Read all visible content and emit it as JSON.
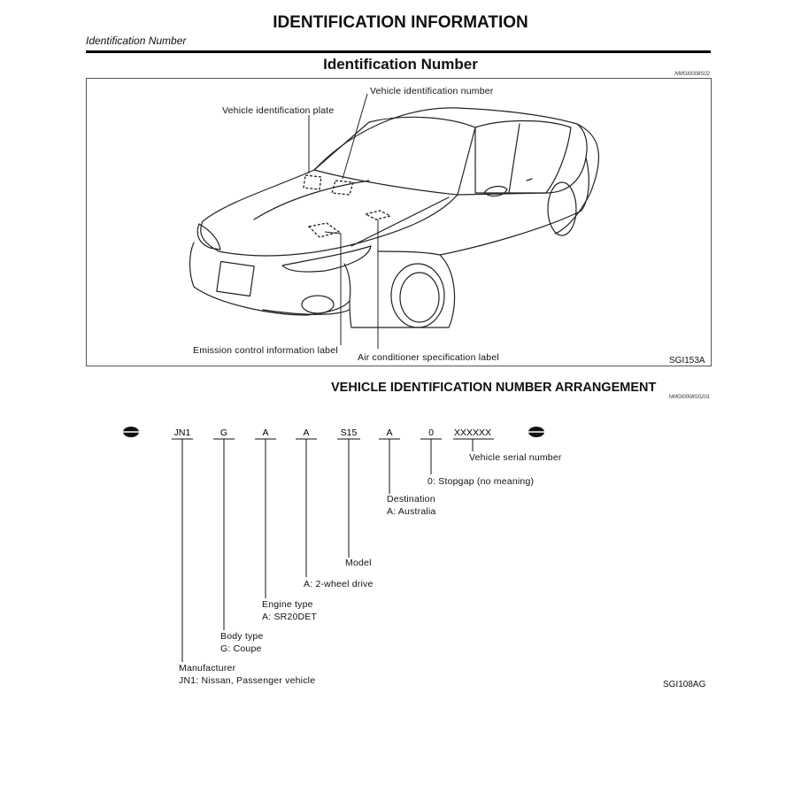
{
  "header": {
    "title": "IDENTIFICATION INFORMATION",
    "section": "Identification Number"
  },
  "identification": {
    "title": "Identification Number",
    "ref_code": "NMGI0008S02",
    "figure": {
      "labels": {
        "vin": "Vehicle identification number",
        "plate": "Vehicle identification plate",
        "emission": "Emission control information label",
        "aircon": "Air conditioner specification label"
      },
      "figure_code": "SGI153A"
    }
  },
  "vin_arrangement": {
    "title": "VEHICLE IDENTIFICATION NUMBER ARRANGEMENT",
    "ref_code": "NMGI0008S0201",
    "segments": [
      "JN1",
      "G",
      "A",
      "A",
      "S15",
      "A",
      "0",
      "XXXXXX"
    ],
    "descriptions": {
      "serial": "Vehicle serial number",
      "stopgap": "0: Stopgap (no meaning)",
      "destination": {
        "title": "Destination",
        "value": "A: Australia"
      },
      "model": "Model",
      "drive": "A: 2-wheel drive",
      "engine": {
        "title": "Engine type",
        "value": "A: SR20DET"
      },
      "body": {
        "title": "Body type",
        "value": "G: Coupe"
      },
      "manufacturer": {
        "title": "Manufacturer",
        "value": "JN1: Nissan, Passenger vehicle"
      }
    },
    "figure_code": "SGI108AG"
  }
}
